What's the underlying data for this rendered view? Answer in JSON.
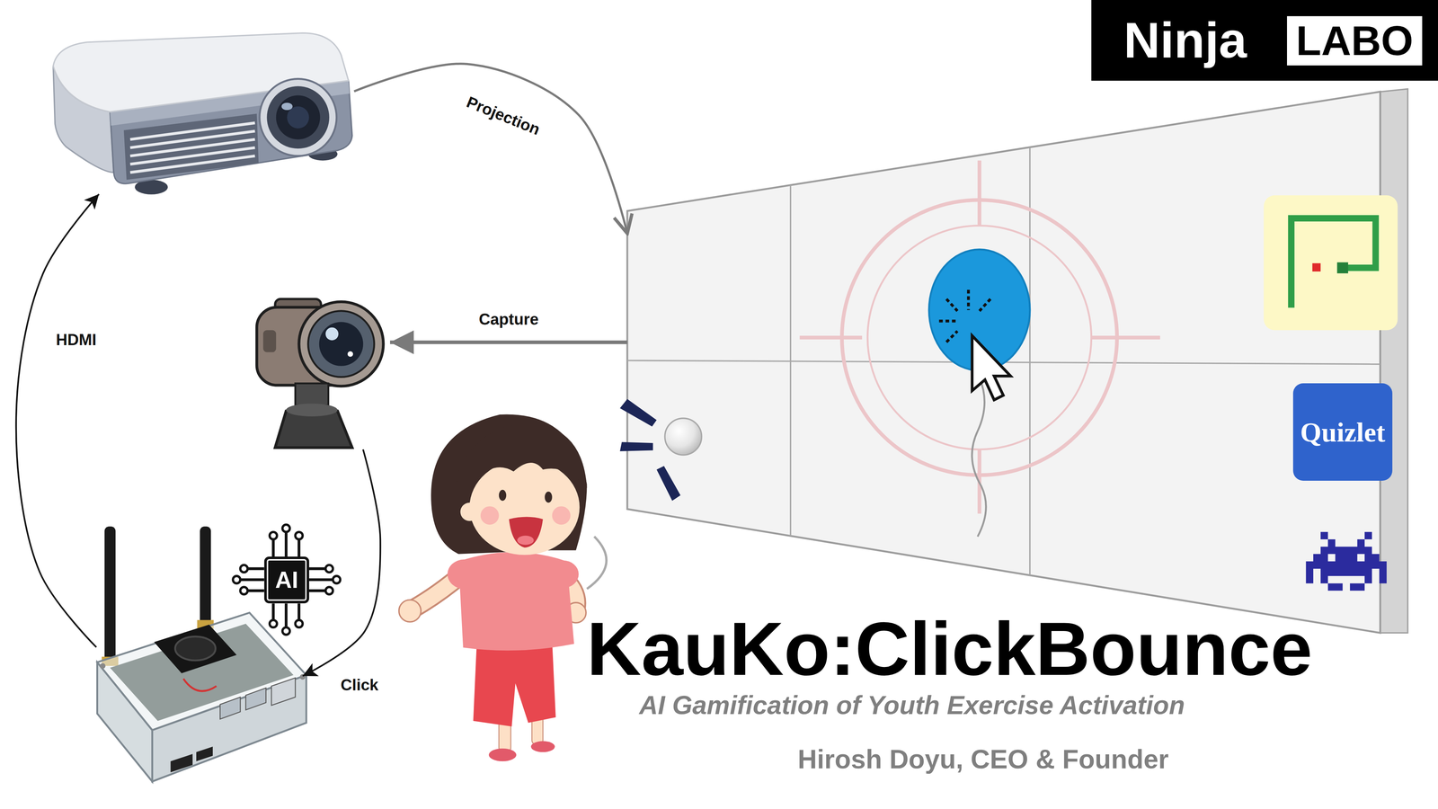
{
  "diagram": {
    "title": "KauKo:ClickBounce",
    "nodes": [
      {
        "text": []
      },
      {
        "text": [
          "Ninja"
        ]
      },
      {
        "text": [
          "LABO"
        ]
      },
      {
        "text": []
      },
      {
        "text": [
          "Quizlet"
        ],
        "in": 3
      },
      {
        "text": []
      },
      {
        "text": [
          "AI"
        ]
      },
      {
        "text": []
      }
    ],
    "edges": [
      {
        "from": 7,
        "to": 0,
        "arrow": "to",
        "label": "HDMI"
      },
      {
        "from": 0,
        "to": 3,
        "arrow": "to",
        "label": "Projection"
      },
      {
        "from": 3,
        "to": 5,
        "arrow": "to",
        "label": "Capture"
      },
      {
        "from": 5,
        "to": 7,
        "arrow": "to",
        "label": "Click"
      }
    ],
    "labels": [
      "AI Gamification of Youth Exercise Activation",
      "Hirosh Doyu, CEO & Founder"
    ]
  }
}
